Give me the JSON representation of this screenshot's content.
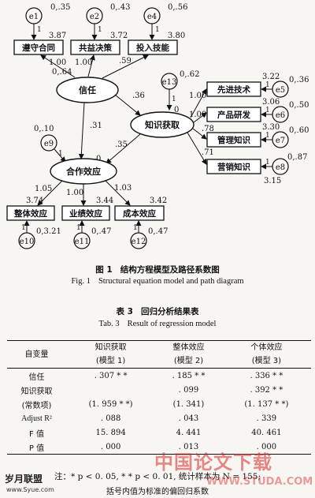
{
  "diagram": {
    "nodes": {
      "trust": "信任",
      "knowledge": "知识获取",
      "cooperation": "合作效应",
      "comply_contract": "遵守合同",
      "mutual_decision": "共益决策",
      "invest_skills": "投入技能",
      "advanced_tech": "先进技术",
      "product_dev": "产品研发",
      "mgmt_knowledge": "管理知识",
      "marketing_knowledge": "营销知识",
      "overall_effect": "整体效应",
      "performance_effect": "业绩效应",
      "cost_effect": "成本效应"
    },
    "errors": {
      "e1": "e1",
      "e2": "e2",
      "e4": "e4",
      "e5": "e5",
      "e6": "e6",
      "e7": "e7",
      "e8": "e8",
      "e9": "e9",
      "e10": "e10",
      "e11": "e11",
      "e12": "e12",
      "e13": "e13"
    },
    "error_ones": {
      "e1": "1",
      "e2": "1",
      "e4": "1",
      "e5": "1",
      "e6": "1",
      "e7": "1",
      "e8": "1",
      "e9": "1",
      "e10": "1",
      "e11": "1",
      "e12": "1",
      "e13": "1"
    },
    "labels": {
      "e1_var": "0,.35",
      "e2_var": "0,.43",
      "e4_var": "0,.56",
      "mean_comply": "3.87",
      "mean_mutual": "3.72",
      "mean_invest": "3.80",
      "load_comply": "1.00",
      "load_mutual": "1.00",
      "load_invest": ".59",
      "trust_var": "0,.64",
      "e13_var": "0,.62",
      "trust_to_knowledge": ".36",
      "knowledge_intercept": "0",
      "trust_to_coop": ".31",
      "e9_var": "0,.10",
      "knowledge_to_coop": ".35",
      "coop_intercept": "0",
      "mean_advanced": "3.22",
      "e5_var": "0,.36",
      "mean_product": "3.06",
      "e6_var": "0,.50",
      "mean_mgmt": "3.30",
      "e7_var": "0,.60",
      "e8_var": "0,.87",
      "mean_marketing": "3.15",
      "load_advanced": "1.00",
      "load_product": "1.00",
      "load_mgmt": ".78",
      "load_marketing": ".71",
      "load_overall": "1.05",
      "load_performance": "1.00",
      "load_cost": "1.03",
      "mean_overall": "3.74",
      "mean_performance": "3.44",
      "mean_cost": "3.42",
      "e10_var": "0,3.21",
      "e11_var": "0,.47",
      "e12_var": "0,.47"
    }
  },
  "figure": {
    "label_cn": "图 1",
    "title_cn": "结构方程模型及路径系数图",
    "label_en": "Fig. 1",
    "title_en": "Structural equation model and path diagram"
  },
  "table": {
    "label_cn": "表 3",
    "title_cn": "回归分析结果表",
    "label_en": "Tab. 3",
    "title_en": "Result of regression model",
    "header": {
      "var": "自变量",
      "col1_name": "知识获取",
      "col1_model": "(模型 1)",
      "col2_name": "整体效应",
      "col2_model": "(模型 2)",
      "col3_name": "个体效应",
      "col3_model": "(模型 3)"
    },
    "rows": [
      {
        "name": "信任",
        "c1": ". 307 * *",
        "c2": ". 185 * *",
        "c3": ". 336 * *"
      },
      {
        "name": "知识获取",
        "c1": "",
        "c2": ". 099",
        "c3": ". 392 * *"
      },
      {
        "name": "(常数项)",
        "c1": "(1. 959 * *)",
        "c2": "(1. 341)",
        "c3": "(1. 137 * *)"
      },
      {
        "name": "Adjust R²",
        "c1": ". 088",
        "c2": ". 043",
        "c3": ". 339"
      },
      {
        "name": "F 值",
        "c1": "15. 894",
        "c2": "4. 441",
        "c3": "40. 461"
      },
      {
        "name": "P 值",
        "c1": ". 000",
        "c2": ". 013",
        "c3": ". 000"
      }
    ]
  },
  "notes": {
    "line1": "注：* p < 0. 05, * * p < 0. 01, 统计样本为 N = 155;",
    "line2": "括号内值为标准的偏回归系数"
  },
  "watermarks": {
    "left_cn": "岁月联盟",
    "left_url": "www.Syue.com",
    "right_cn": "中国论文下载",
    "right_url": "WWW.STUDA.COM"
  }
}
